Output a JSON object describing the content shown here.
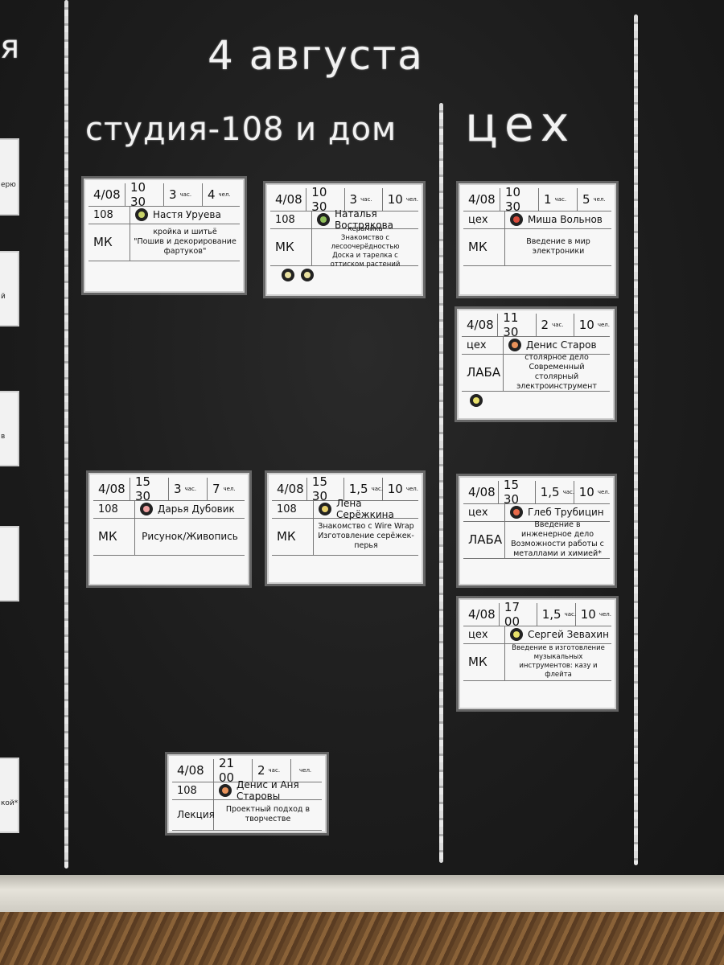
{
  "board": {
    "date_heading": "4 августа",
    "left_edge_letter": "я",
    "columns": [
      {
        "title": "студия-108 и дом"
      },
      {
        "title": "цех"
      }
    ]
  },
  "labels": {
    "hours": "час.",
    "people": "чел."
  },
  "cards": [
    {
      "date": "4/08",
      "time": "10 30",
      "duration": "3",
      "count": "4",
      "location": "108",
      "host": "Настя Уруева",
      "type": "МК",
      "desc": "кройка и шитьё\n\"Пошив и декорирование фартуков\"",
      "sticker_color": "#c9d36a"
    },
    {
      "date": "4/08",
      "time": "10 30",
      "duration": "3",
      "count": "10",
      "location": "108",
      "host": "Наталья Вострякова",
      "type": "МК",
      "desc": "керамика\nЗнакомство с лесоочерёдностью\nДоска и тарелка с оттиском растений",
      "sticker_color": "#8fbf5a"
    },
    {
      "date": "4/08",
      "time": "10 30",
      "duration": "1",
      "count": "5",
      "location": "цех",
      "host": "Миша Вольнов",
      "type": "МК",
      "desc": "Введение в мир электроники",
      "sticker_color": "#d94a3a"
    },
    {
      "date": "4/08",
      "time": "11 30",
      "duration": "2",
      "count": "10",
      "location": "цех",
      "host": "Денис Старов",
      "type": "ЛАБА",
      "desc": "столярное дело\nСовременный столярный электроинструмент",
      "sticker_color": "#e8925a"
    },
    {
      "date": "4/08",
      "time": "15 30",
      "duration": "3",
      "count": "7",
      "location": "108",
      "host": "Дарья Дубовик",
      "type": "МК",
      "desc": "Рисунок/Живопись",
      "sticker_color": "#f0a0a0"
    },
    {
      "date": "4/08",
      "time": "15 30",
      "duration": "1,5",
      "count": "10",
      "location": "108",
      "host": "Лена Серёжкина",
      "type": "МК",
      "desc": "Знакомство с Wire Wrap\nИзготовление серёжек-перья",
      "sticker_color": "#e8d06a"
    },
    {
      "date": "4/08",
      "time": "15 30",
      "duration": "1,5",
      "count": "10",
      "location": "цех",
      "host": "Глеб Трубицин",
      "type": "ЛАБА",
      "desc": "Введение в инженерное дело\nВозможности работы с металлами и химией*",
      "sticker_color": "#e86a4a"
    },
    {
      "date": "4/08",
      "time": "17 00",
      "duration": "1,5",
      "count": "10",
      "location": "цех",
      "host": "Сергей Зевахин",
      "type": "МК",
      "desc": "Введение в изготовление музыкальных инструментов: казу и флейта",
      "sticker_color": "#e8e06a"
    },
    {
      "date": "4/08",
      "time": "21 00",
      "duration": "2",
      "count": "",
      "location": "108",
      "host": "Денис и Аня Старовы",
      "type": "Лекция",
      "desc": "Проектный подход в творчестве",
      "sticker_color": "#e8925a"
    }
  ]
}
